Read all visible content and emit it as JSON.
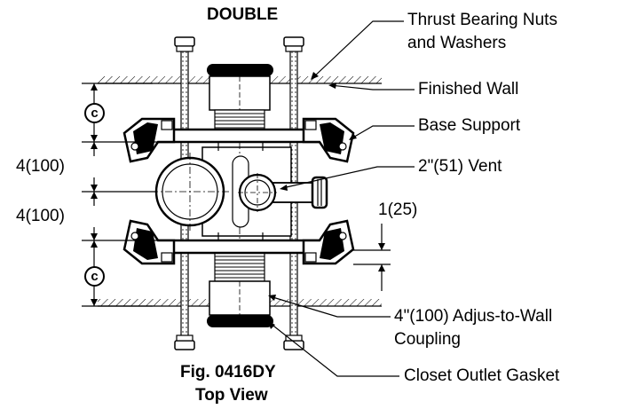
{
  "title": "DOUBLE",
  "caption": {
    "line1": "Fig. 0416DY",
    "line2": "Top View"
  },
  "callouts": {
    "thrust_line1": "Thrust Bearing Nuts",
    "thrust_line2": "and Washers",
    "finished_wall": "Finished Wall",
    "base_support": "Base Support",
    "vent": "2\"(51) Vent",
    "coupling_line1": "4\"(100) Adjus-to-Wall",
    "coupling_line2": "Coupling",
    "gasket": "Closet Outlet Gasket"
  },
  "dimensions": {
    "upper_spacing": "4(100)",
    "lower_spacing": "4(100)",
    "offset": "1(25)",
    "clearance_symbol_top": "c",
    "clearance_symbol_bottom": "c"
  }
}
